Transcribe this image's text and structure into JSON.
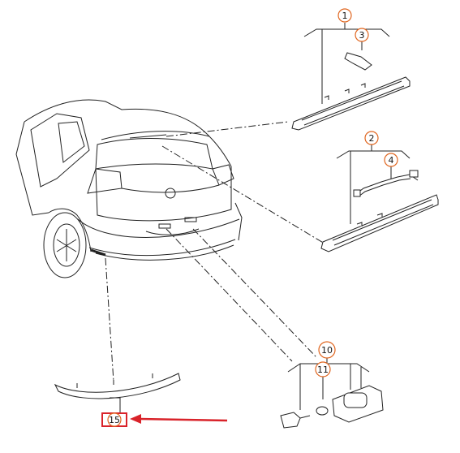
{
  "callouts": {
    "c1": "1",
    "c2": "2",
    "c3": "3",
    "c4": "4",
    "c10": "10",
    "c11": "11",
    "c15": "15"
  },
  "colors": {
    "callout_ring": "#e0651e",
    "highlight_box": "#d9232a",
    "arrow": "#d9232a",
    "line_art": "#222222"
  },
  "highlighted_callout": "15"
}
